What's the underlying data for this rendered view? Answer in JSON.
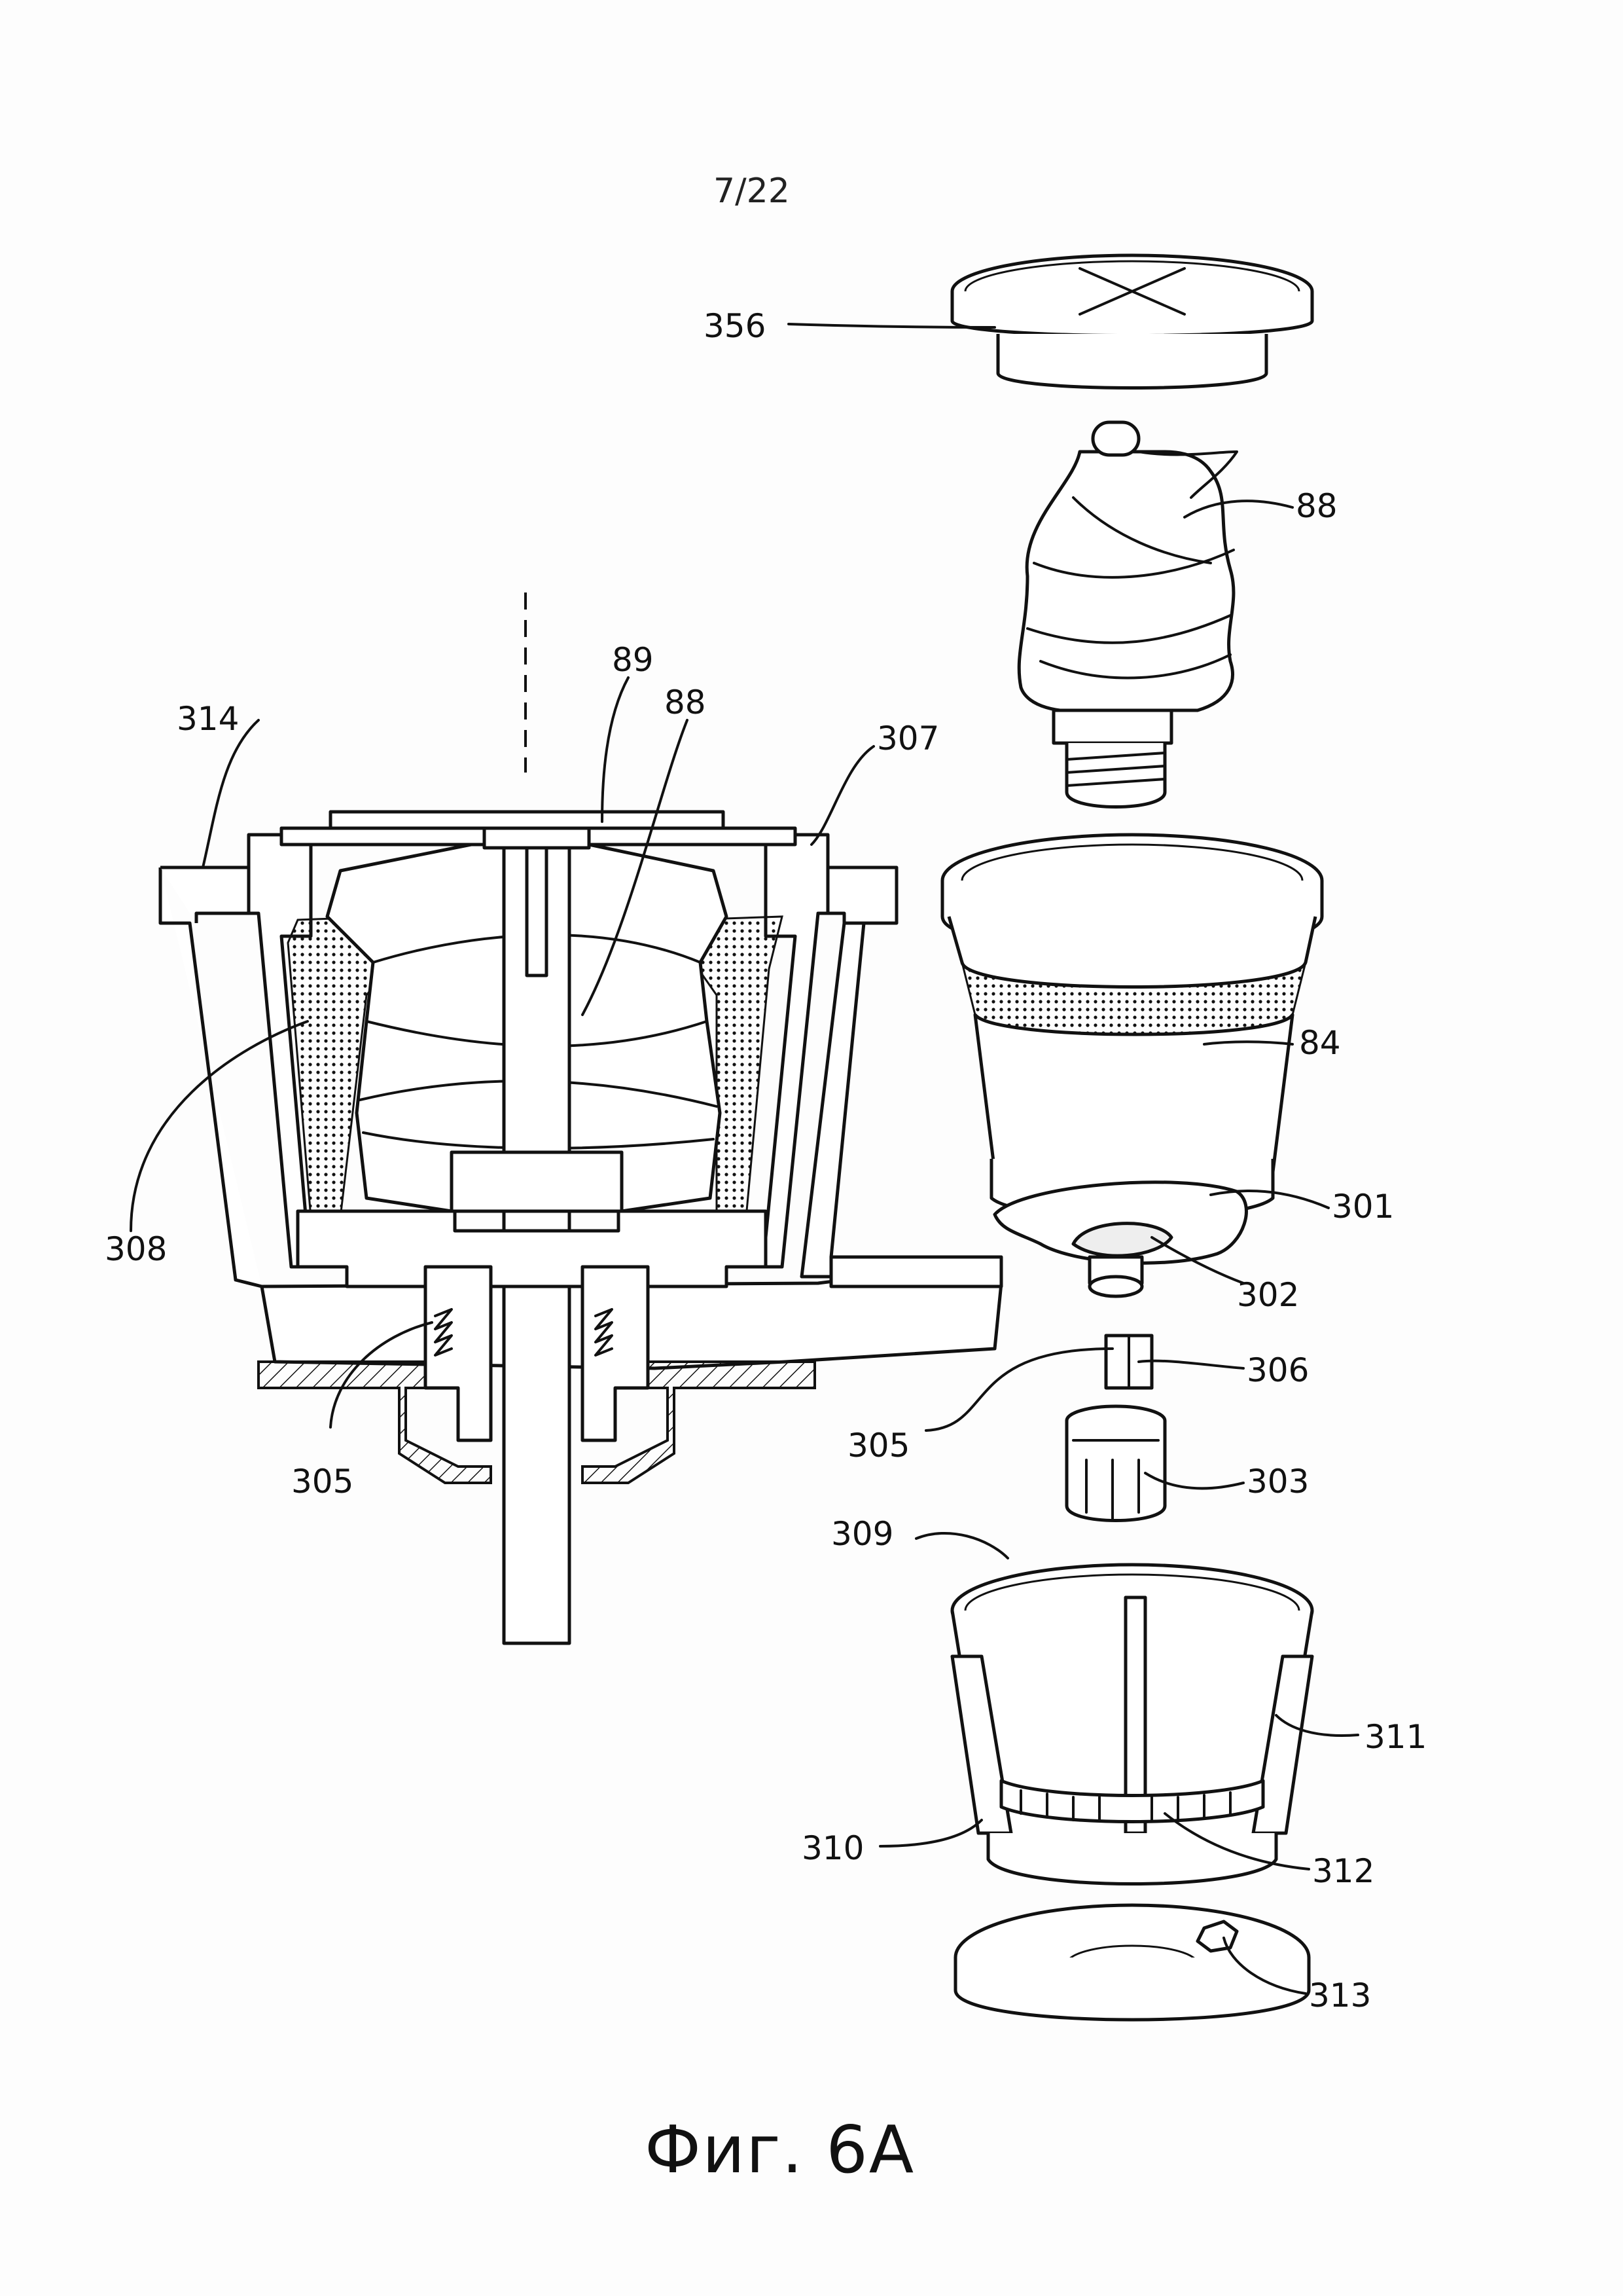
{
  "page": {
    "number": "7/22",
    "caption": "Фиг. 6А"
  },
  "labels": {
    "l356": "356",
    "l88a": "88",
    "l89": "89",
    "l88b": "88",
    "l314": "314",
    "l307": "307",
    "l84": "84",
    "l308": "308",
    "l301": "301",
    "l302": "302",
    "l306": "306",
    "l305a": "305",
    "l305b": "305",
    "l303": "303",
    "l309": "309",
    "l311": "311",
    "l310": "310",
    "l312": "312",
    "l313": "313"
  }
}
